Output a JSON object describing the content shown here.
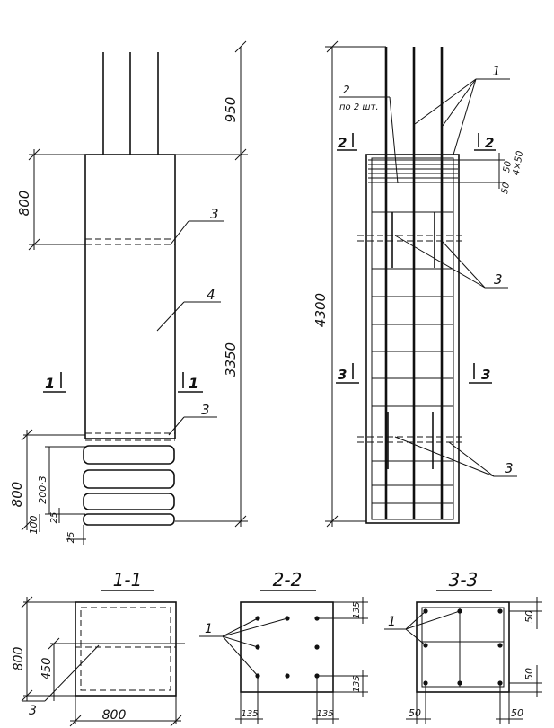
{
  "elevation_left": {
    "dim_top_protrusion": "950",
    "dim_top_zone": "800",
    "dim_total": "3350",
    "dim_bottom_zone": "800",
    "dim_bottom_pitch": "200·3",
    "dim_bottom_100": "100",
    "dim_bottom_25": "25",
    "dim_bottom_offset": "25",
    "callout_mesh_top": "3",
    "callout_body": "4",
    "callout_mesh_bottom": "3",
    "section_mark_left": "1",
    "section_mark_right": "1"
  },
  "elevation_right": {
    "dim_total": "4300",
    "callout_bars": "1",
    "callout_bars2_number": "2",
    "callout_bars2_note": "по 2 шт.",
    "section_mark_2_left": "2",
    "section_mark_2_right": "2",
    "section_mark_3_left": "3",
    "section_mark_3_right": "3",
    "top_spacing_a": "50",
    "top_spacing_b": "50",
    "top_spacing_c": "4×50",
    "callout_mesh_top": "3",
    "callout_mesh_bottom": "3"
  },
  "section_1_1": {
    "title": "1-1",
    "dim_height": "800",
    "dim_width": "800",
    "dim_450": "450",
    "callout": "3"
  },
  "section_2_2": {
    "title": "2-2",
    "dim_top": "135",
    "dim_bottom": "135",
    "dim_left": "135",
    "dim_right": "135",
    "callout": "1"
  },
  "section_3_3": {
    "title": "3-3",
    "dim_right_top": "50",
    "dim_right_bottom": "50",
    "dim_bottom_left": "50",
    "dim_bottom_right": "50",
    "callout": "1"
  }
}
